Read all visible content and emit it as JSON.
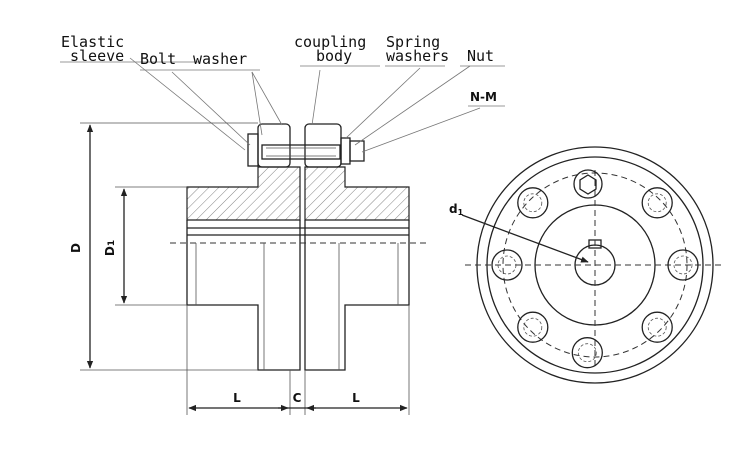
{
  "callouts": {
    "elastic_sleeve_line1": "Elastic",
    "elastic_sleeve_line2": "sleeve",
    "bolt": "Bolt",
    "washer": "washer",
    "coupling_body_line1": "coupling",
    "coupling_body_line2": "body",
    "spring_washers_line1": "Spring",
    "spring_washers_line2": "washers",
    "nut": "Nut",
    "section_mark": "N-M"
  },
  "dimensions": {
    "outer_diameter": "D",
    "hub_diameter": "D1",
    "hub_diameter_base": "D",
    "hub_diameter_sub": "1",
    "hub_length_left": "L",
    "gap": "C",
    "hub_length_right": "L",
    "bolt_circle": "d",
    "bolt_circle_sub": "1"
  },
  "colors": {
    "line": "#222222",
    "leader": "#777777",
    "background": "#ffffff"
  }
}
